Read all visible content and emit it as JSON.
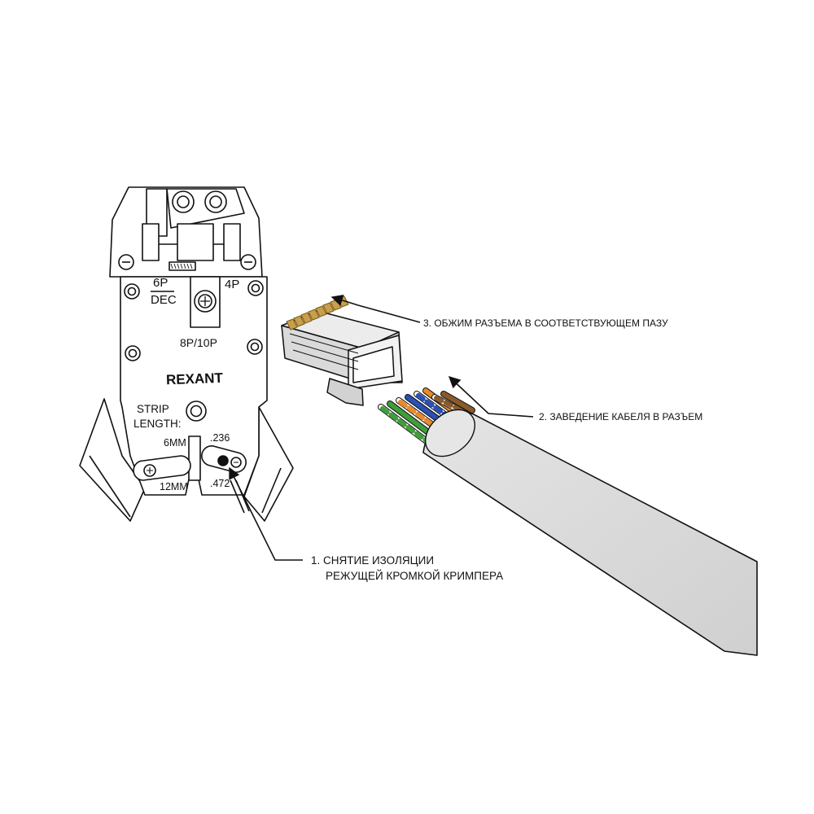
{
  "tool": {
    "brand": "REXANT",
    "slot_6p": "6P",
    "slot_dec": "DEC",
    "slot_4p": "4P",
    "slot_8p10p": "8P/10P",
    "strip_line1": "STRIP",
    "strip_line2": "LENGTH:",
    "mm6": "6MM",
    "mm12": "12MM",
    "in236": ".236",
    "in472": ".472"
  },
  "steps": {
    "step1_line1": "1. СНЯТИЕ ИЗОЛЯЦИИ",
    "step1_line2": "РЕЖУЩЕЙ КРОМКОЙ КРИМПЕРА",
    "step2": "2. ЗАВЕДЕНИЕ КАБЕЛЯ В РАЗЪЕМ",
    "step3": "3. ОБЖИМ РАЗЪЕМА В СООТВЕТСТВУЮЩЕМ ПАЗУ"
  },
  "colors": {
    "wire_orange": "#e8892a",
    "wire_blue": "#2b4fb3",
    "wire_green": "#3f9e3a",
    "wire_brown": "#8a5a2b",
    "contacts": "#c9a04a",
    "cable_jacket": "#dcdcdc"
  }
}
